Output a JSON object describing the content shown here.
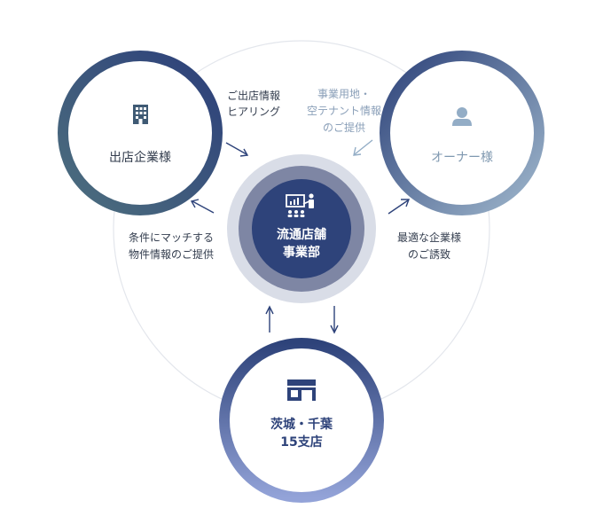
{
  "center": {
    "line1": "流通店舗",
    "line2": "事業部",
    "icon": "presentation-icon"
  },
  "nodes": {
    "company": {
      "label": "出店企業様",
      "icon": "building-icon"
    },
    "owner": {
      "label": "オーナー様",
      "icon": "person-icon"
    },
    "branches": {
      "line1": "茨城・千葉",
      "line2": "15支店",
      "icon": "store-icon"
    }
  },
  "captions": {
    "hearing": {
      "line1": "ご出店情報",
      "line2": "ヒアリング"
    },
    "provide_land": {
      "line1": "事業用地・",
      "line2": "空テナント情報",
      "line3": "のご提供"
    },
    "provide_property": {
      "line1": "条件にマッチする",
      "line2": "物件情報のご提供"
    },
    "invite": {
      "line1": "最適な企業様",
      "line2": "のご誘致"
    }
  },
  "colors": {
    "navy": "#2e437a",
    "slate": "#3f5a74",
    "light_blue": "#93adc6",
    "periwinkle": "#8a9ad0",
    "gray_text": "#333d4e",
    "muted_text": "#8a9fb8"
  }
}
